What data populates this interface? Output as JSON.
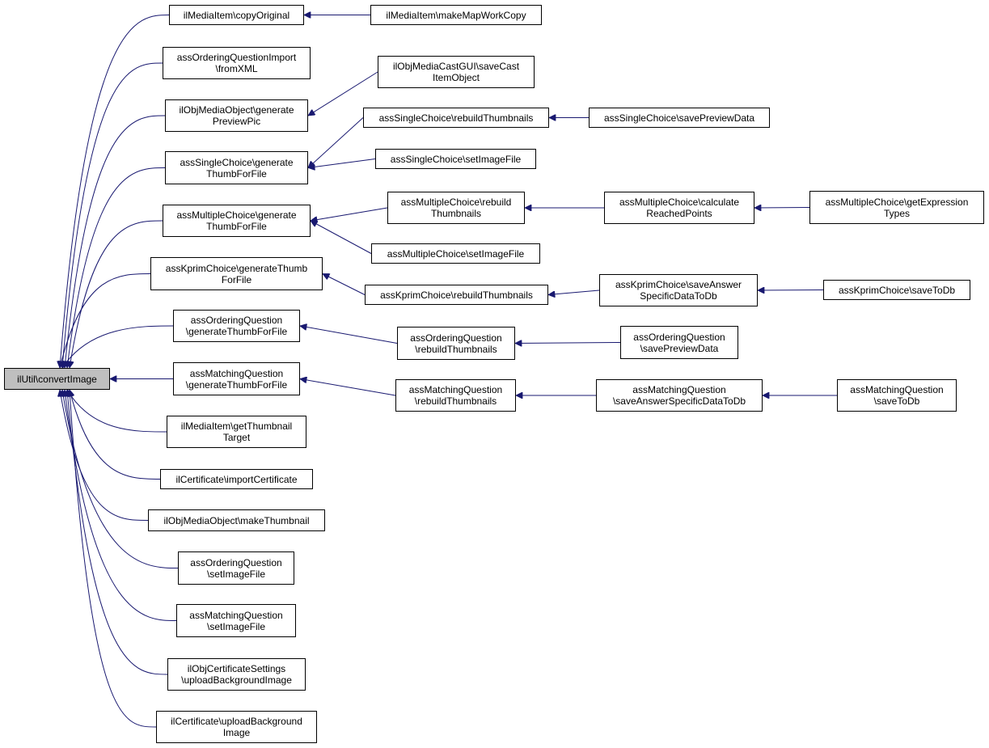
{
  "graph": {
    "edge_color": "#191970",
    "root_fill": "#bfbfbf",
    "nodes": [
      {
        "id": "root",
        "label": "ilUtil\\convertImage"
      },
      {
        "id": "n1",
        "label": "ilMediaItem\\copyOriginal"
      },
      {
        "id": "n2",
        "label": "assOrderingQuestionImport\n\\fromXML"
      },
      {
        "id": "n3",
        "label": "ilObjMediaObject\\generate\nPreviewPic"
      },
      {
        "id": "n4",
        "label": "assSingleChoice\\generate\nThumbForFile"
      },
      {
        "id": "n5",
        "label": "assMultipleChoice\\generate\nThumbForFile"
      },
      {
        "id": "n6",
        "label": "assKprimChoice\\generateThumb\nForFile"
      },
      {
        "id": "n7",
        "label": "assOrderingQuestion\n\\generateThumbForFile"
      },
      {
        "id": "n8",
        "label": "assMatchingQuestion\n\\generateThumbForFile"
      },
      {
        "id": "n9",
        "label": "ilMediaItem\\getThumbnail\nTarget"
      },
      {
        "id": "n10",
        "label": "ilCertificate\\importCertificate"
      },
      {
        "id": "n11",
        "label": "ilObjMediaObject\\makeThumbnail"
      },
      {
        "id": "n12",
        "label": "assOrderingQuestion\n\\setImageFile"
      },
      {
        "id": "n13",
        "label": "assMatchingQuestion\n\\setImageFile"
      },
      {
        "id": "n14",
        "label": "ilObjCertificateSettings\n\\uploadBackgroundImage"
      },
      {
        "id": "n15",
        "label": "ilCertificate\\uploadBackground\nImage"
      },
      {
        "id": "m1",
        "label": "ilMediaItem\\makeMapWorkCopy"
      },
      {
        "id": "m2",
        "label": "ilObjMediaCastGUI\\saveCast\nItemObject"
      },
      {
        "id": "m3",
        "label": "assSingleChoice\\rebuildThumbnails"
      },
      {
        "id": "m4",
        "label": "assSingleChoice\\setImageFile"
      },
      {
        "id": "m5",
        "label": "assMultipleChoice\\rebuild\nThumbnails"
      },
      {
        "id": "m6",
        "label": "assMultipleChoice\\setImageFile"
      },
      {
        "id": "m7",
        "label": "assKprimChoice\\rebuildThumbnails"
      },
      {
        "id": "m8",
        "label": "assOrderingQuestion\n\\rebuildThumbnails"
      },
      {
        "id": "m9",
        "label": "assMatchingQuestion\n\\rebuildThumbnails"
      },
      {
        "id": "r1",
        "label": "assSingleChoice\\savePreviewData"
      },
      {
        "id": "r2",
        "label": "assMultipleChoice\\calculate\nReachedPoints"
      },
      {
        "id": "r3",
        "label": "assKprimChoice\\saveAnswer\nSpecificDataToDb"
      },
      {
        "id": "r4",
        "label": "assOrderingQuestion\n\\savePreviewData"
      },
      {
        "id": "r5",
        "label": "assMatchingQuestion\n\\saveAnswerSpecificDataToDb"
      },
      {
        "id": "e1",
        "label": "assMultipleChoice\\getExpression\nTypes"
      },
      {
        "id": "e2",
        "label": "assKprimChoice\\saveToDb"
      },
      {
        "id": "e3",
        "label": "assMatchingQuestion\n\\saveToDb"
      }
    ],
    "edges": [
      {
        "from": "n1",
        "to": "root"
      },
      {
        "from": "n2",
        "to": "root"
      },
      {
        "from": "n3",
        "to": "root"
      },
      {
        "from": "n4",
        "to": "root"
      },
      {
        "from": "n5",
        "to": "root"
      },
      {
        "from": "n6",
        "to": "root"
      },
      {
        "from": "n7",
        "to": "root"
      },
      {
        "from": "n8",
        "to": "root"
      },
      {
        "from": "n9",
        "to": "root"
      },
      {
        "from": "n10",
        "to": "root"
      },
      {
        "from": "n11",
        "to": "root"
      },
      {
        "from": "n12",
        "to": "root"
      },
      {
        "from": "n13",
        "to": "root"
      },
      {
        "from": "n14",
        "to": "root"
      },
      {
        "from": "n15",
        "to": "root"
      },
      {
        "from": "m1",
        "to": "n1"
      },
      {
        "from": "m2",
        "to": "n3"
      },
      {
        "from": "m3",
        "to": "n4"
      },
      {
        "from": "m4",
        "to": "n4"
      },
      {
        "from": "m5",
        "to": "n5"
      },
      {
        "from": "m6",
        "to": "n5"
      },
      {
        "from": "m7",
        "to": "n6"
      },
      {
        "from": "m8",
        "to": "n7"
      },
      {
        "from": "m9",
        "to": "n8"
      },
      {
        "from": "r1",
        "to": "m3"
      },
      {
        "from": "r2",
        "to": "m5"
      },
      {
        "from": "r3",
        "to": "m7"
      },
      {
        "from": "r4",
        "to": "m8"
      },
      {
        "from": "r5",
        "to": "m9"
      },
      {
        "from": "e1",
        "to": "r2"
      },
      {
        "from": "e2",
        "to": "r3"
      },
      {
        "from": "e3",
        "to": "r5"
      }
    ]
  }
}
